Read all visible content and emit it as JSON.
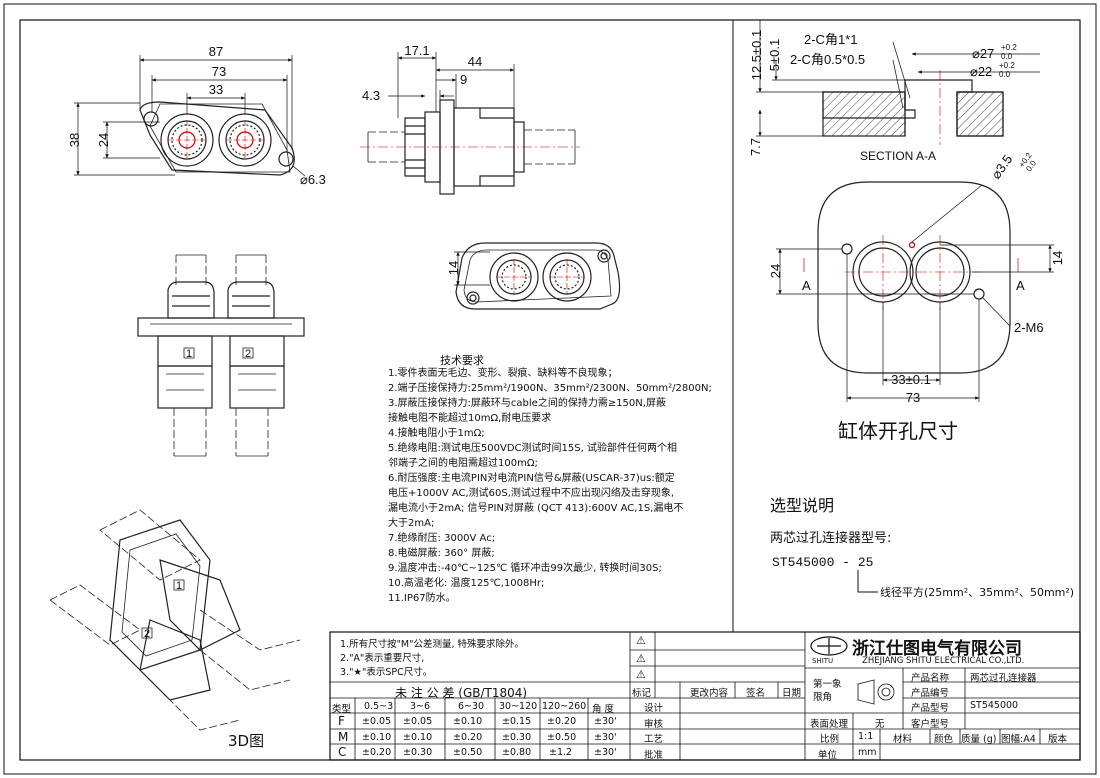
{
  "dims": {
    "w87": "87",
    "w73": "73",
    "w33": "33",
    "h38": "38",
    "h24": "24",
    "hole": "⌀6.3",
    "s171": "17.1",
    "s44": "44",
    "s9": "9",
    "s43": "4.3",
    "h14": "14",
    "c125": "12.5±0.1",
    "c5": "5±0.1",
    "c77": "7.7",
    "cham1": "2-C角1*1",
    "cham2": "2-C角0.5*0.5",
    "d27": "⌀27",
    "d27tol": "+0.2",
    "d27tol2": "0.0",
    "d22": "⌀22",
    "d22tol": "+0.2",
    "d22tol2": "0.0",
    "section": "SECTION A-A",
    "d35": "⌀3.5",
    "d35tol": "+0.2",
    "d35tol2": "0.0",
    "a_left": "A",
    "a_right": "A",
    "c24": "24",
    "c14": "14",
    "m6": "2-M6",
    "c33": "33±0.1",
    "c73": "73",
    "pin1": "1",
    "pin2": "2",
    "p1": "1",
    "p2": "2"
  },
  "cutout_title": "缸体开孔尺寸",
  "view3d_label": "3D图",
  "tech": {
    "title": "技术要求",
    "lines": [
      "1.零件表面无毛边、变形、裂痕、缺料等不良现象；",
      "2.端子压接保持力:25mm²/1900N、35mm²/2300N、50mm²/2800N;",
      "3.屏蔽压接保持力:屏蔽环与cable之间的保持力需≥150N,屏蔽",
      "接触电阻不能超过10mΩ,耐电压要求",
      "4.接触电阻小于1mΩ;",
      "5.绝缘电阻:测试电压500VDC测试时间15S, 试验部件任何两个相",
      "邻端子之间的电阻需超过100mΩ;",
      "6.耐压强度:主电流PIN对电流PIN信号&屏蔽(USCAR-37)us:额定",
      "电压+1000V AC,测试60S,测试过程中不应出现闪络及击穿现象,",
      "漏电流小于2mA; 信号PIN对屏蔽 (QCT 413):600V AC,1S,漏电不",
      "大于2mA;",
      "7.绝缘耐压: 3000V Ac;",
      "8.电磁屏蔽: 360° 屏蔽;",
      "9.温度冲击:-40℃~125℃ 循环冲击99次最少, 转换时间30S;",
      "10.高温老化: 温度125℃,1008Hr;",
      "11.IP67防水。"
    ]
  },
  "selection": {
    "title": "选型说明",
    "subtitle": "两芯过孔连接器型号:",
    "model": "ST545000 - 25",
    "desc": "线径平方(25mm²、35mm²、50mm²)"
  },
  "notes": [
    "1.所有尺寸按\"M\"公差测量, 特殊要求除外。",
    "2.\"A\"表示重要尺寸,",
    "3.\"★\"表示SPC尺寸。"
  ],
  "tol": {
    "title": "未 注 公 差 (GB/T1804)",
    "header": [
      "类型",
      "0.5~3",
      "3~6",
      "6~30",
      "30~120",
      "120~260",
      "角 度"
    ],
    "rows": [
      [
        "F",
        "±0.05",
        "±0.05",
        "±0.10",
        "±0.15",
        "±0.20",
        "±30'"
      ],
      [
        "M",
        "±0.10",
        "±0.10",
        "±0.20",
        "±0.30",
        "±0.50",
        "±30'"
      ],
      [
        "C",
        "±0.20",
        "±0.30",
        "±0.50",
        "±0.80",
        "±1.2",
        "±30'"
      ]
    ]
  },
  "rev": {
    "warn": "⚠",
    "h_mark": "标记",
    "h_content": "更改内容",
    "h_sign": "签名",
    "h_date": "日期",
    "design": "设计",
    "check": "审核",
    "process": "工艺",
    "approve": "批准"
  },
  "company": {
    "logo": "SHITU",
    "name_cn": "浙江仕图电气有限公司",
    "name_en": "ZHEJIANG SHITU ELECTRICAL CO.,LTD."
  },
  "info": {
    "angle": "第一象限角",
    "l_name": "产品名称",
    "v_name": "两芯过孔连接器",
    "l_code": "产品编号",
    "v_code": "",
    "l_model": "产品型号",
    "v_model": "ST545000",
    "l_surface": "表面处理",
    "v_surface": "无",
    "l_customer": "客户型号",
    "v_customer": "",
    "l_scale": "比例",
    "v_scale": "1:1",
    "l_material": "材料",
    "l_color": "颜色",
    "l_weight": "质量 (g)",
    "l_size": "图幅:A4",
    "l_version": "版本",
    "l_unit": "单位",
    "v_unit": "mm"
  }
}
